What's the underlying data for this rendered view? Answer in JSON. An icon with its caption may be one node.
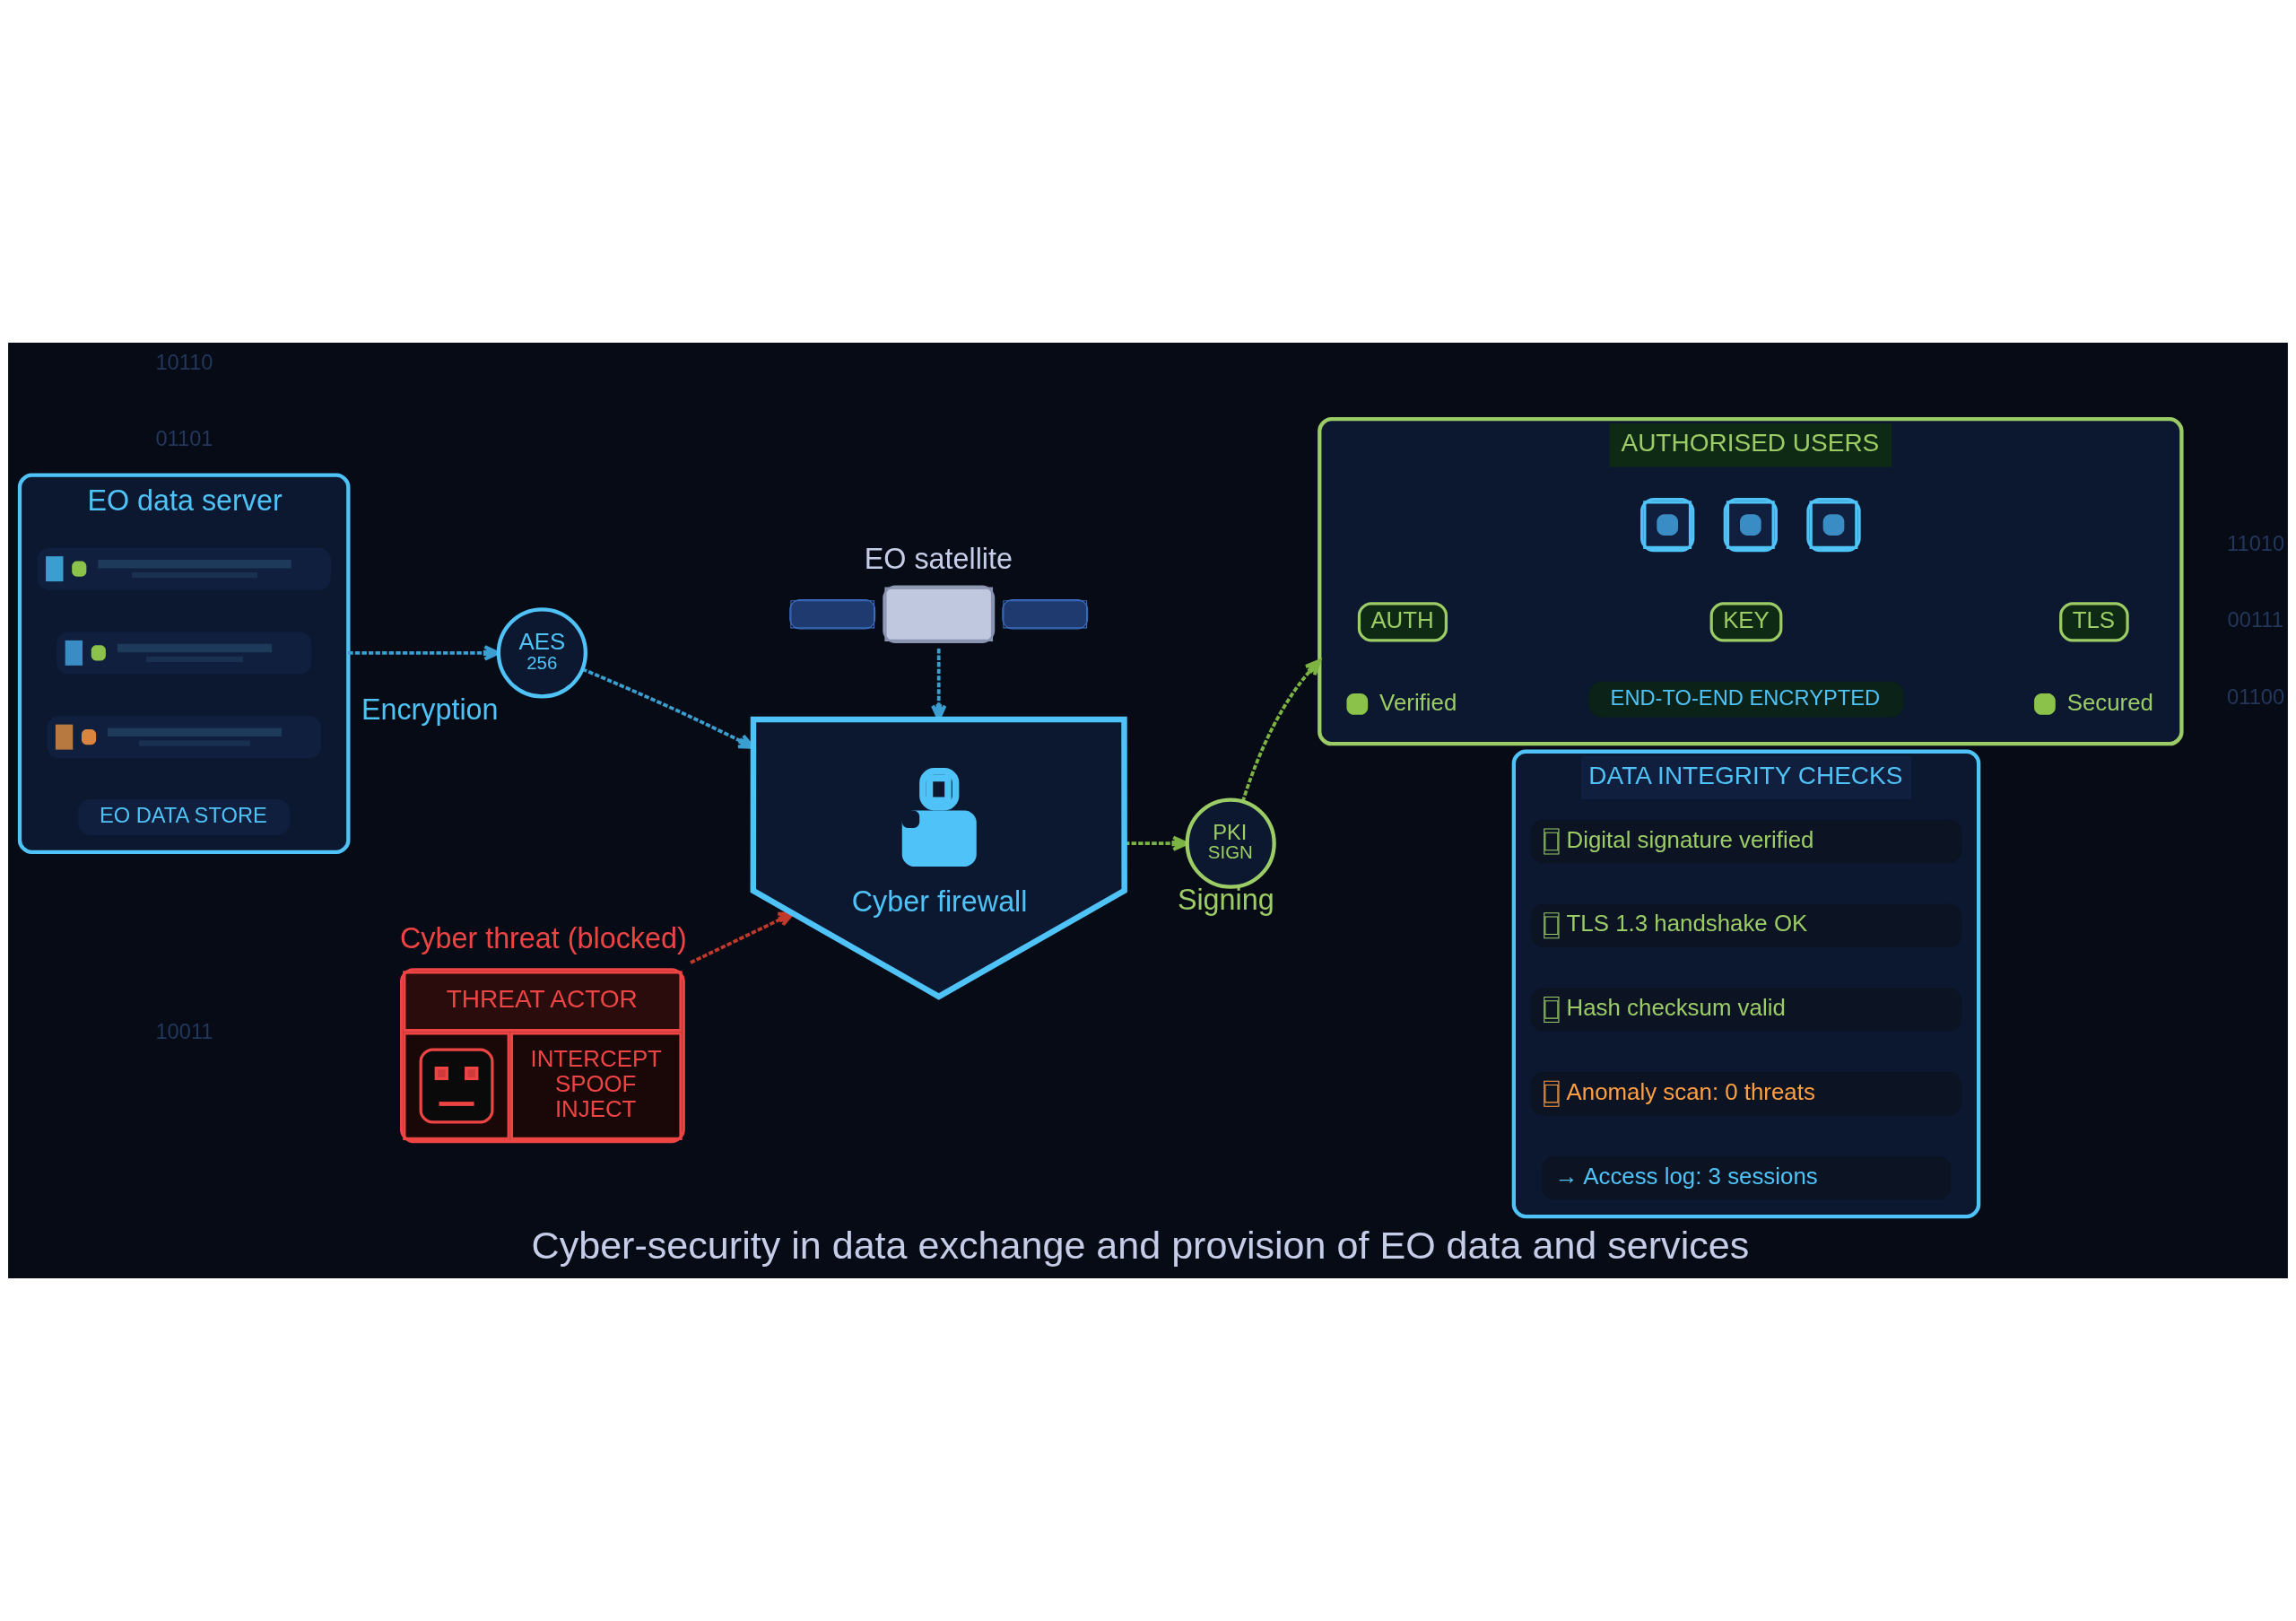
{
  "diagram": {
    "title": "Cyber-security in data exchange and provision of EO data and services",
    "nodes": [
      {
        "text": [
          "EO satellite"
        ]
      },
      {
        "text": [
          "EO data server"
        ]
      },
      {
        "text": [],
        "shape": "bar",
        "in": 1
      },
      {
        "text": [],
        "shape": "bar",
        "in": 1
      },
      {
        "text": [],
        "shape": "bar",
        "in": 1
      },
      {
        "text": [
          "EO DATA STORE"
        ],
        "in": 1
      },
      {
        "text": [
          "AES",
          "256"
        ],
        "beside": [
          "Encryption"
        ]
      },
      {
        "text": [
          "Cyber firewall"
        ]
      },
      {
        "text": [
          "PKI",
          "SIGN"
        ],
        "beside": [
          "Signing"
        ]
      },
      {
        "text": [
          "AUTHORISED USERS"
        ]
      },
      {
        "text": [
          "AUTH"
        ],
        "in": 9
      },
      {
        "text": [
          "KEY"
        ],
        "in": 9
      },
      {
        "text": [
          "TLS"
        ],
        "in": 9
      },
      {
        "text": [
          "END-TO-END ENCRYPTED"
        ],
        "in": 9
      },
      {
        "text": [
          "Cyber threat (blocked)",
          "THREAT ACTOR",
          "INTERCEPT",
          "SPOOF",
          "INJECT"
        ]
      },
      {
        "text": [
          "DATA INTEGRITY CHECKS"
        ]
      },
      {
        "text": [
          "Digital signature verified"
        ],
        "in": 15
      },
      {
        "text": [
          "TLS 1.3 handshake OK"
        ],
        "in": 15
      },
      {
        "text": [
          "Hash checksum valid"
        ],
        "in": 15
      },
      {
        "text": [
          "Anomaly scan: 0 threats"
        ],
        "in": 15
      },
      {
        "text": [
          "→ Access log: 3 sessions"
        ],
        "in": 15
      }
    ],
    "edges": [
      {
        "from": 0,
        "to": 7,
        "arrow": "to",
        "style": "dashed"
      },
      {
        "from": 1,
        "to": 6,
        "arrow": "to",
        "style": "dashed"
      },
      {
        "from": 6,
        "to": 7,
        "arrow": "to",
        "style": "dashed"
      },
      {
        "from": 7,
        "to": 8,
        "arrow": "to",
        "style": "dashed",
        "color": "#7cb342"
      },
      {
        "from": 8,
        "to": 9,
        "arrow": "to",
        "style": "dashed",
        "color": "#7cb342"
      },
      {
        "from": 14,
        "to": 7,
        "arrow": "to",
        "style": "dashed",
        "color": "#c0392b"
      }
    ],
    "labels": [
      "10110",
      "11010",
      "01101",
      "00111",
      "Verified",
      "Secured",
      "10011",
      "01100"
    ]
  }
}
